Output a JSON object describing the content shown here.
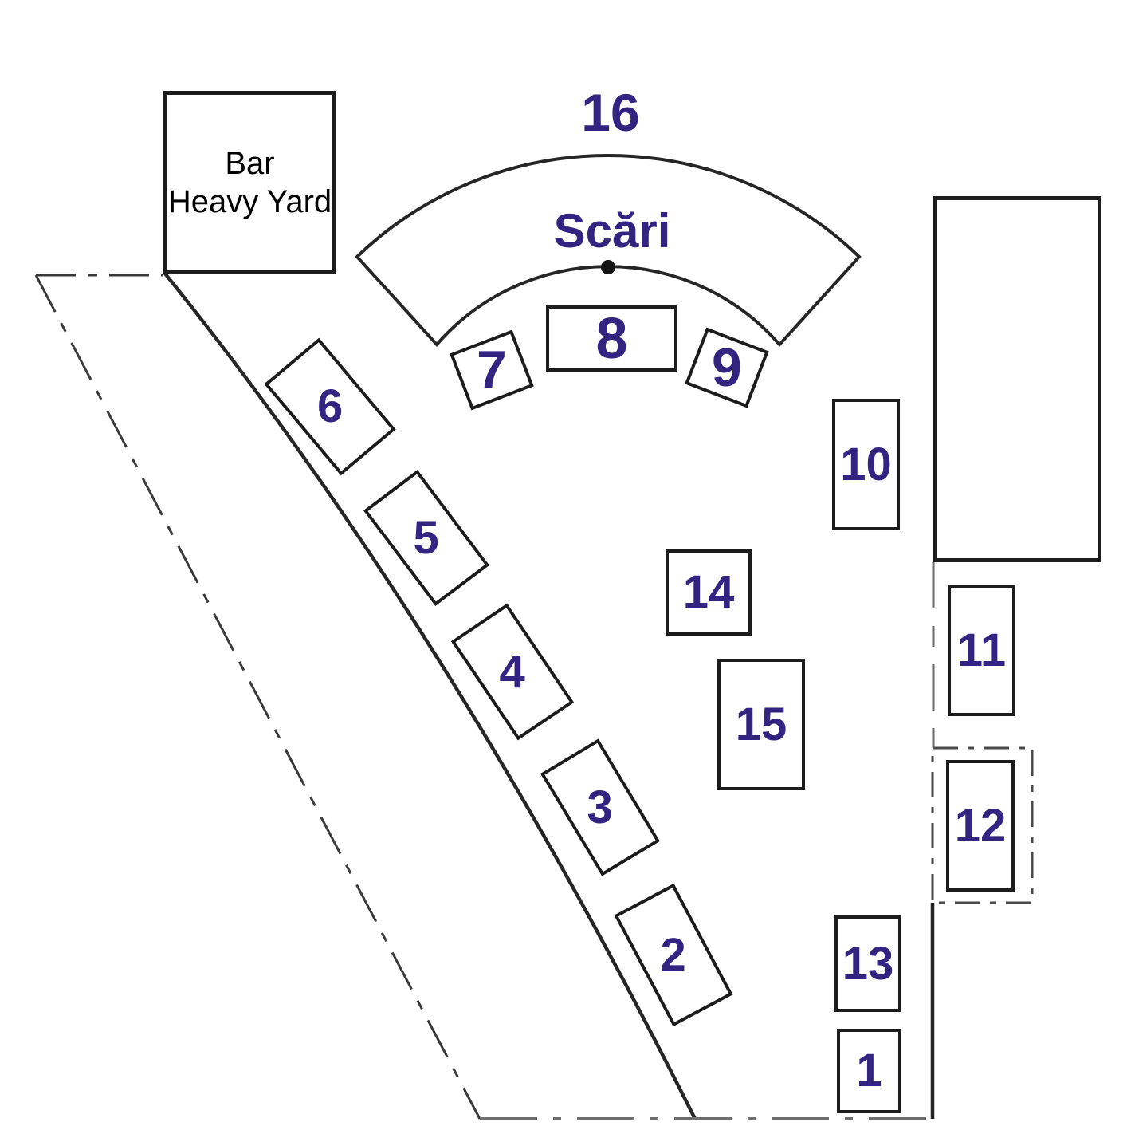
{
  "colors": {
    "label_ink": "#322480",
    "outline": "#1c1c1c",
    "wall": "#262626",
    "boundary_dash": "#3a3a3a",
    "boundary_light": "#6f6f6f",
    "background": "#ffffff"
  },
  "bar": {
    "line1": "Bar",
    "line2": "Heavy Yard"
  },
  "stairs": {
    "number": "16",
    "label": "Scări"
  },
  "tables": {
    "t1": {
      "label": "1"
    },
    "t2": {
      "label": "2"
    },
    "t3": {
      "label": "3"
    },
    "t4": {
      "label": "4"
    },
    "t5": {
      "label": "5"
    },
    "t6": {
      "label": "6"
    },
    "t7": {
      "label": "7"
    },
    "t8": {
      "label": "8"
    },
    "t9": {
      "label": "9"
    },
    "t10": {
      "label": "10"
    },
    "t11": {
      "label": "11"
    },
    "t12": {
      "label": "12"
    },
    "t13": {
      "label": "13"
    },
    "t14": {
      "label": "14"
    },
    "t15": {
      "label": "15"
    }
  }
}
